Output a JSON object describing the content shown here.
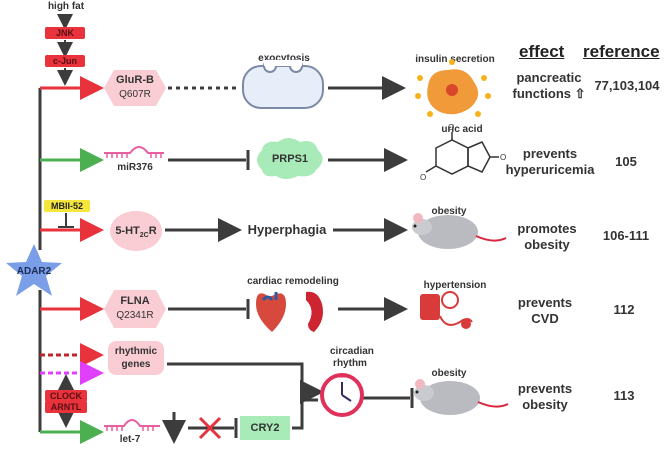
{
  "upstream": {
    "high_fat": "high fat",
    "jnk": "JNK",
    "c_jun": "c-Jun",
    "mbii52": "MBII-52",
    "clock": "CLOCK",
    "arntl": "ARNTL",
    "adar2": "ADAR2"
  },
  "targets": {
    "glurb": "GluR-B",
    "glurb_sub": "Q607R",
    "mir376": "miR376",
    "ht2cr": "5-HT",
    "ht2cr_sub": "2C",
    "ht2cr_end": "R",
    "flna": "FLNA",
    "flna_sub": "Q2341R",
    "rhythmic": "rhythmic genes",
    "let7": "let-7"
  },
  "middle": {
    "exocytosis": "exocytosis",
    "prps1": "PRPS1",
    "hyperphagia": "Hyperphagia",
    "cardiac": "cardiac remodeling",
    "circadian": "circadian rhythm",
    "cry2": "CRY2"
  },
  "outcomes": {
    "insulin": "insulin secretion",
    "uric": "uric acid",
    "obesity1": "obesity",
    "hypertension": "hypertension",
    "obesity2": "obesity"
  },
  "headers": {
    "effect": "effect",
    "reference": "reference"
  },
  "effects": [
    {
      "line1": "pancreatic",
      "line2": "functions ⇧"
    },
    {
      "line1": "prevents",
      "line2": "hyperuricemia"
    },
    {
      "line1": "promotes",
      "line2": "obesity"
    },
    {
      "line1": "prevents",
      "line2": "CVD"
    },
    {
      "line1": "prevents",
      "line2": "obesity"
    }
  ],
  "references": [
    "77,103,104",
    "105",
    "106-111",
    "112",
    "113"
  ],
  "colors": {
    "red": "#e8323c",
    "green": "#4caf50",
    "magenta": "#e040fb",
    "dark": "#3c3c3c",
    "pink": "#f9cdd3",
    "star": "#7b9ee8",
    "prps1": "#a8eab8",
    "cry2": "#a8eab8",
    "mbii_yellow": "#f5e63c"
  }
}
